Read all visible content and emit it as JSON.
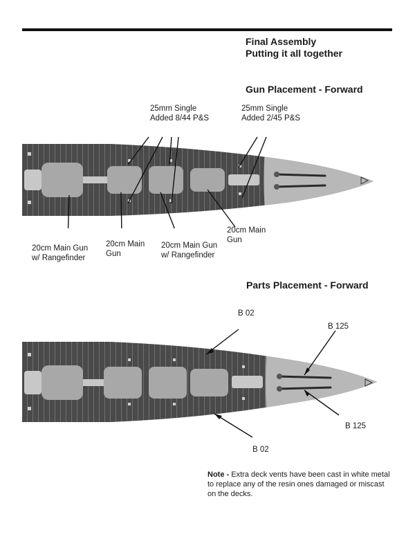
{
  "header": {
    "title_line1": "Final Assembly",
    "title_line2": "Putting it all together"
  },
  "gun_section": {
    "heading": "Gun Placement - Forward",
    "labels": {
      "aa_aft_1": "25mm Single",
      "aa_aft_2": "Added 8/44 P&S",
      "aa_fwd_1": "25mm Single",
      "aa_fwd_2": "Added 2/45 P&S",
      "main_fwd_1": "20cm Main",
      "main_fwd_2": "Gun",
      "main_rf_aft_1": "20cm Main Gun",
      "main_rf_aft_2": "w/ Rangefinder",
      "main_mid_1": "20cm Main",
      "main_mid_2": "Gun",
      "main_rf_mid_1": "20cm Main Gun",
      "main_rf_mid_2": "w/ Rangefinder"
    }
  },
  "parts_section": {
    "heading": "Parts Placement - Forward",
    "labels": {
      "b02_top": "B 02",
      "b125_top": "B 125",
      "b125_bottom": "B 125",
      "b02_bottom": "B 02"
    }
  },
  "note": {
    "label": "Note -",
    "text": "Extra deck vents have been cast in white metal to replace any of the resin ones damaged or miscast on the decks."
  },
  "colors": {
    "deck_dark": "#4a4a4a",
    "deck_light": "#b8b8b8",
    "ink": "#1a1a1a"
  }
}
